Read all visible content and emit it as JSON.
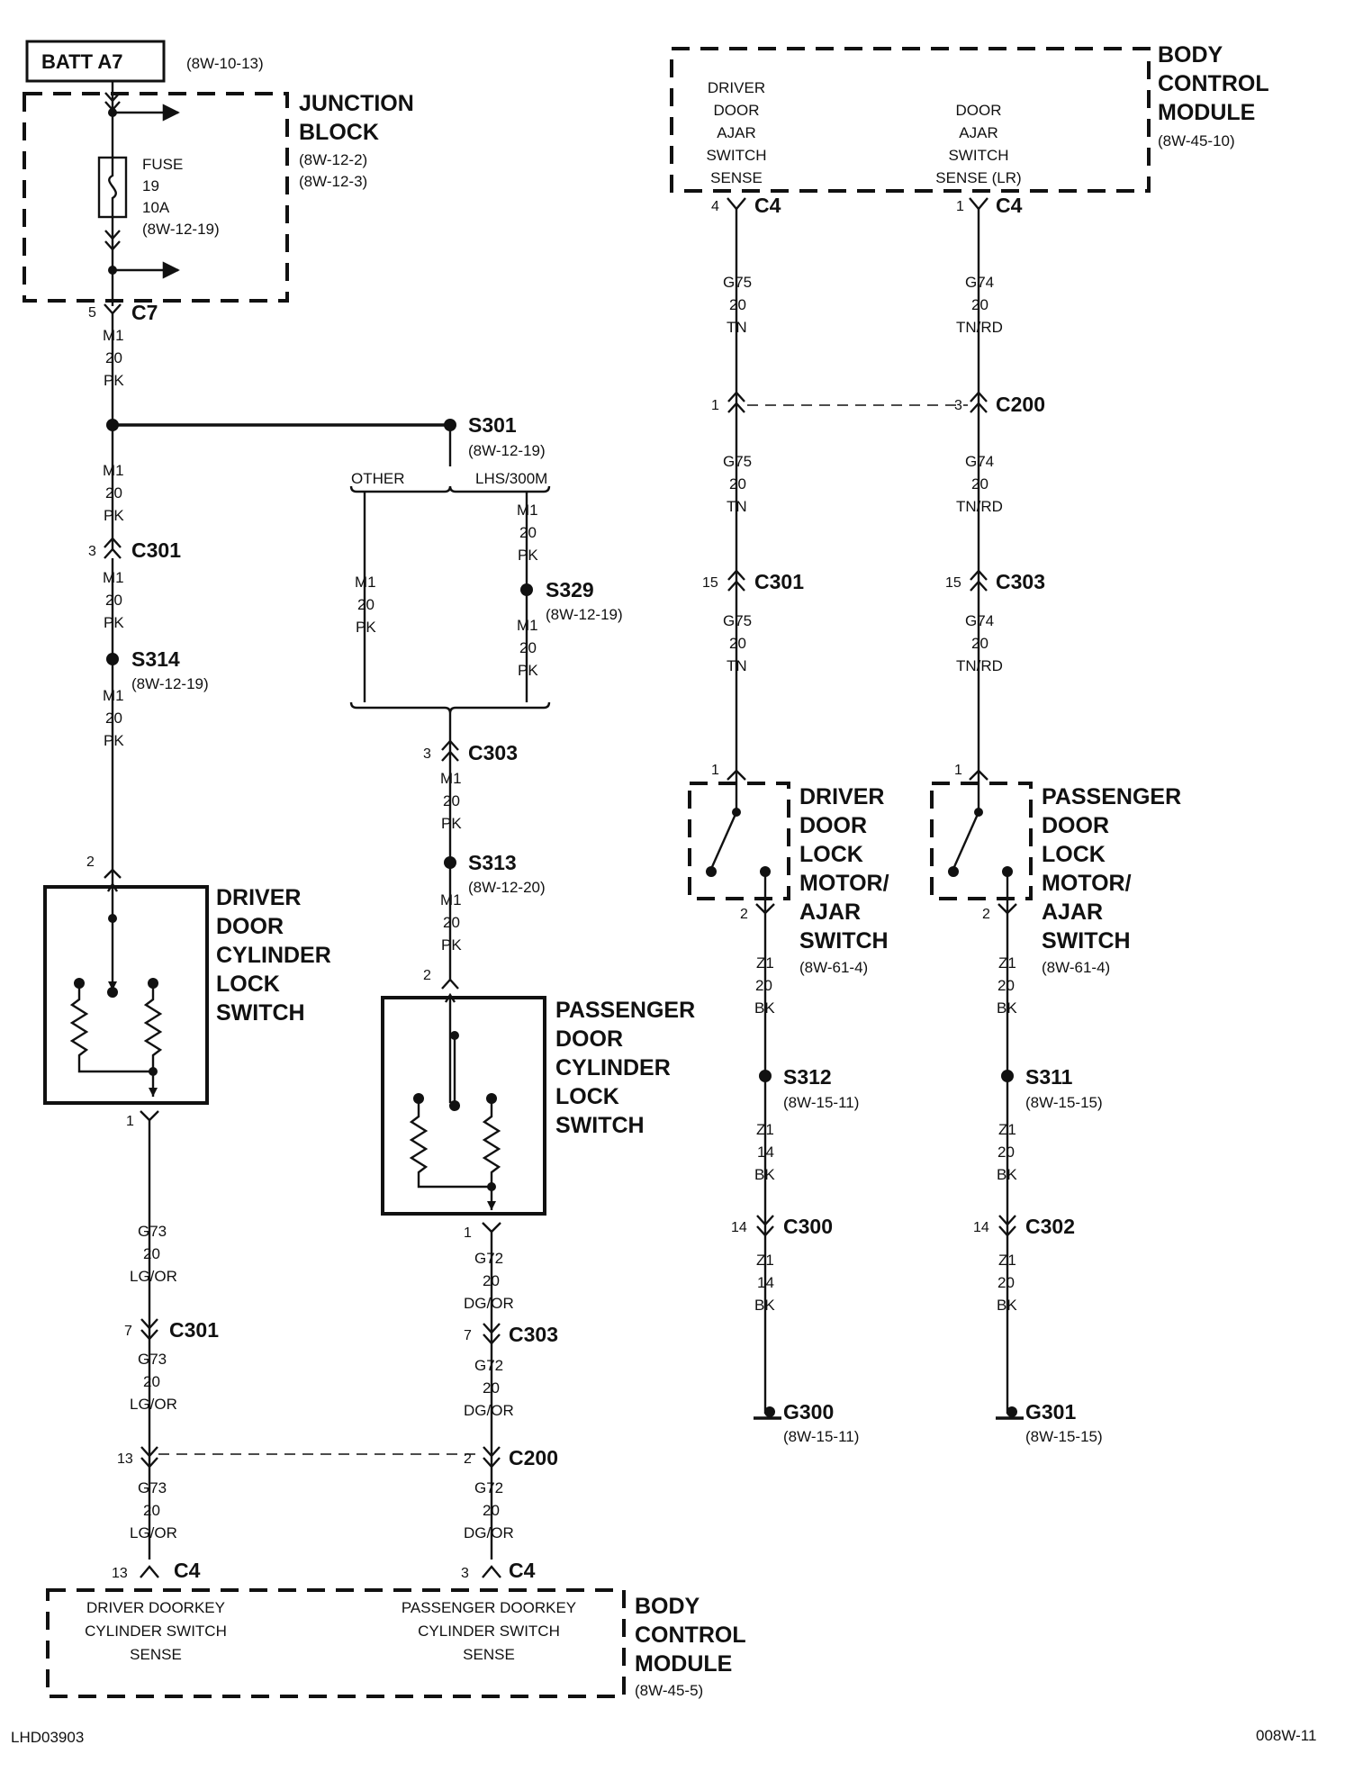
{
  "batt": {
    "label": "BATT A7",
    "ref": "(8W-10-13)"
  },
  "junction_block": {
    "title1": "JUNCTION",
    "title2": "BLOCK",
    "ref1": "(8W-12-2)",
    "ref2": "(8W-12-3)"
  },
  "fuse": {
    "l1": "FUSE",
    "l2": "19",
    "l3": "10A",
    "ref": "(8W-12-19)"
  },
  "c7": {
    "pin": "5",
    "name": "C7"
  },
  "wire_m1": {
    "circuit": "M1",
    "gauge": "20",
    "color": "PK"
  },
  "s301": {
    "name": "S301",
    "ref": "(8W-12-19)",
    "other": "OTHER",
    "lhs": "LHS/300M"
  },
  "c301_left": {
    "pin": "3",
    "name": "C301"
  },
  "s314": {
    "name": "S314",
    "ref": "(8W-12-19)"
  },
  "s329": {
    "name": "S329",
    "ref": "(8W-12-19)"
  },
  "c303_mid": {
    "pin": "3",
    "name": "C303"
  },
  "s313": {
    "name": "S313",
    "ref": "(8W-12-20)"
  },
  "driver_cyl": {
    "l1": "DRIVER",
    "l2": "DOOR",
    "l3": "CYLINDER",
    "l4": "LOCK",
    "l5": "SWITCH",
    "pin_top": "2",
    "pin_bot": "1"
  },
  "pass_cyl": {
    "l1": "PASSENGER",
    "l2": "DOOR",
    "l3": "CYLINDER",
    "l4": "LOCK",
    "l5": "SWITCH",
    "pin_top": "2",
    "pin_bot": "1"
  },
  "wire_g73": {
    "circuit": "G73",
    "gauge": "20",
    "color": "LG/OR"
  },
  "wire_g72": {
    "circuit": "G72",
    "gauge": "20",
    "color": "DG/OR"
  },
  "c301_g73": {
    "pin": "7",
    "name": "C301"
  },
  "c303_g72": {
    "pin": "7",
    "name": "C303"
  },
  "c200_bottom": {
    "pin_left": "13",
    "pin_right": "2",
    "name": "C200"
  },
  "c4_bottom": {
    "pin_left": "13",
    "pin_right": "3",
    "name": "C4"
  },
  "bcm_bottom": {
    "title1": "BODY",
    "title2": "CONTROL",
    "title3": "MODULE",
    "ref": "(8W-45-5)",
    "driver1": "DRIVER DOORKEY",
    "driver2": "CYLINDER SWITCH",
    "driver3": "SENSE",
    "pass1": "PASSENGER DOORKEY",
    "pass2": "CYLINDER SWITCH",
    "pass3": "SENSE"
  },
  "bcm_top": {
    "title1": "BODY",
    "title2": "CONTROL",
    "title3": "MODULE",
    "ref": "(8W-45-10)",
    "drv1": "DRIVER",
    "drv2": "DOOR",
    "drv3": "AJAR",
    "drv4": "SWITCH",
    "drv5": "SENSE",
    "lr1": "DOOR",
    "lr2": "AJAR",
    "lr3": "SWITCH",
    "lr4": "SENSE (LR)"
  },
  "c4_top": {
    "pin_left": "4",
    "pin_right": "1",
    "name": "C4"
  },
  "wire_g75": {
    "circuit": "G75",
    "gauge": "20",
    "color": "TN"
  },
  "wire_g74": {
    "circuit": "G74",
    "gauge": "20",
    "color": "TN/RD"
  },
  "c200_top": {
    "pin_left": "1",
    "pin_right": "3",
    "name": "C200"
  },
  "c301_g75": {
    "pin": "15",
    "name": "C301"
  },
  "c303_g74": {
    "pin": "15",
    "name": "C303"
  },
  "drv_motor": {
    "l1": "DRIVER",
    "l2": "DOOR",
    "l3": "LOCK",
    "l4": "MOTOR/",
    "l5": "AJAR",
    "l6": "SWITCH",
    "ref": "(8W-61-4)",
    "pin_top": "1",
    "pin_bot": "2"
  },
  "pass_motor": {
    "l1": "PASSENGER",
    "l2": "DOOR",
    "l3": "LOCK",
    "l4": "MOTOR/",
    "l5": "AJAR",
    "l6": "SWITCH",
    "ref": "(8W-61-4)",
    "pin_top": "1",
    "pin_bot": "2"
  },
  "wire_z1_20": {
    "circuit": "Z1",
    "gauge": "20",
    "color": "BK"
  },
  "wire_z1_14": {
    "circuit": "Z1",
    "gauge": "14",
    "color": "BK"
  },
  "s312": {
    "name": "S312",
    "ref": "(8W-15-11)"
  },
  "s311": {
    "name": "S311",
    "ref": "(8W-15-15)"
  },
  "c300": {
    "pin": "14",
    "name": "C300"
  },
  "c302": {
    "pin": "14",
    "name": "C302"
  },
  "g300": {
    "name": "G300",
    "ref": "(8W-15-11)"
  },
  "g301": {
    "name": "G301",
    "ref": "(8W-15-15)"
  },
  "footer": {
    "left": "LHD03903",
    "right": "008W-11"
  }
}
